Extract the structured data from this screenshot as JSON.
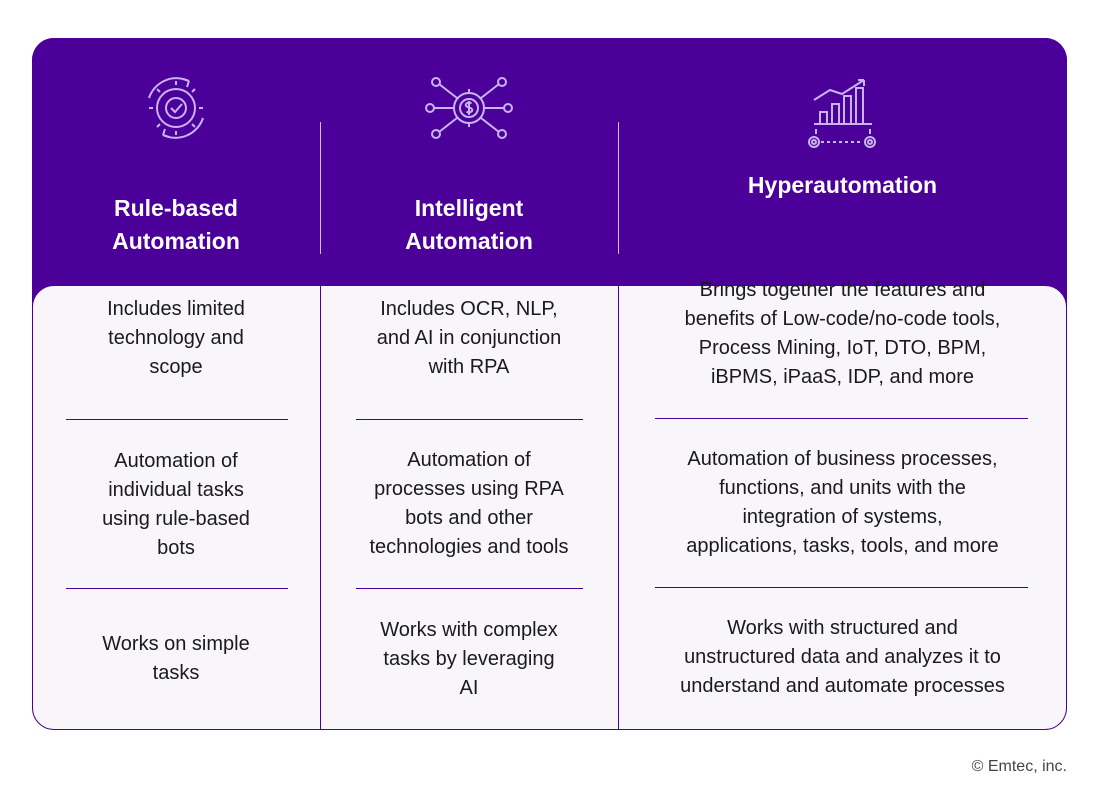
{
  "columns": [
    {
      "icon": "gear-check-icon",
      "title": "Rule-based\nAutomation",
      "cells": [
        "Includes limited\ntechnology and\nscope",
        "Automation of\nindividual tasks\nusing rule-based\nbots",
        "Works on simple\ntasks"
      ]
    },
    {
      "icon": "dollar-gear-network-icon",
      "title": "Intelligent\nAutomation",
      "cells": [
        "Includes OCR, NLP,\nand AI in conjunction\nwith RPA",
        "Automation of\nprocesses using RPA\nbots and other\ntechnologies and tools",
        "Works with complex\ntasks by leveraging\nAI"
      ]
    },
    {
      "icon": "growth-chart-gears-icon",
      "title": "Hyperautomation",
      "cells": [
        "Brings together the features and\nbenefits of Low-code/no-code tools,\nProcess Mining, IoT, DTO, BPM,\niBPMS, iPaaS, IDP, and more",
        "Automation of business processes,\nfunctions, and units with the\nintegration of systems,\napplications, tasks, tools, and more",
        "Works with structured and\nunstructured data and analyzes it to\nunderstand and automate processes"
      ]
    }
  ],
  "footer": {
    "copyright": "© Emtec, inc."
  },
  "colors": {
    "primary": "#4a0099",
    "body_bg": "#f8f6fb",
    "text": "#1a1a1a"
  }
}
